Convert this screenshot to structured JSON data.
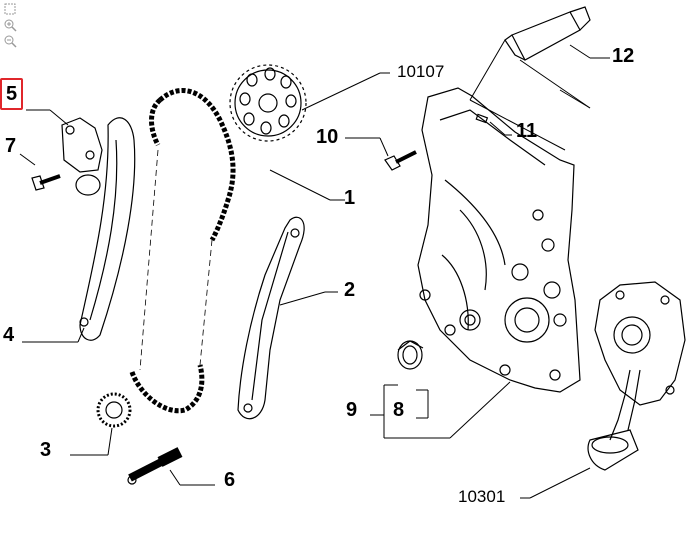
{
  "toolbar": {
    "icons": [
      "select-icon",
      "zoom-in-icon",
      "zoom-out-icon"
    ]
  },
  "diagram": {
    "selected_callout": "5",
    "accent_color": "#e0262b",
    "callouts": {
      "c1": "1",
      "c2": "2",
      "c3": "3",
      "c4": "4",
      "c5": "5",
      "c6": "6",
      "c7": "7",
      "c8": "8",
      "c9": "9",
      "c10": "10",
      "c11": "11",
      "c12": "12",
      "c10107": "10107",
      "c10301": "10301"
    }
  }
}
